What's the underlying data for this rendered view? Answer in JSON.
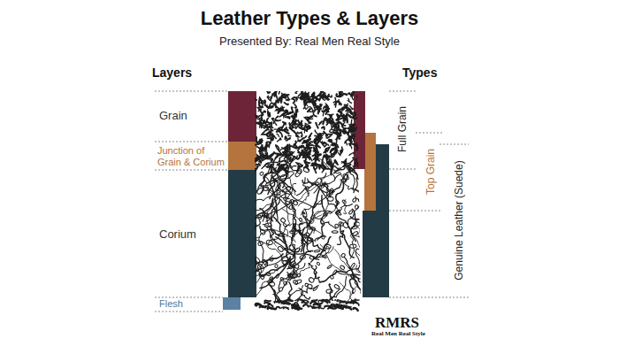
{
  "diagram": {
    "title": "Leather Types & Layers",
    "labels": [
      "Presented By: Real Men Real Style",
      "Layers",
      "Types",
      "Grain",
      "Junction of Grain & Corium",
      "Corium",
      "Flesh",
      "Full Grain",
      "Top Grain",
      "Genuine Leather (Suede)",
      "RMRS",
      "Real Men Real Style"
    ]
  }
}
